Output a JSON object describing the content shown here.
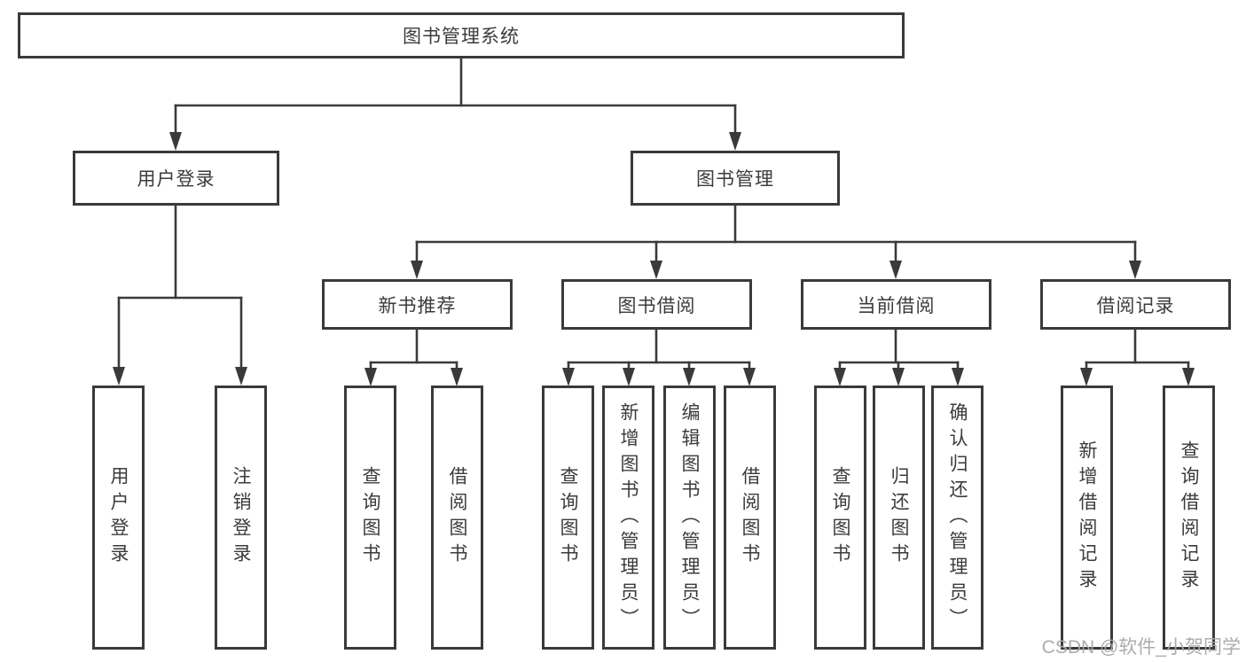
{
  "colors": {
    "line": "#3a3a3a",
    "text": "#3b3b3b",
    "bg": "#ffffff",
    "watermark": "#a8a8a8"
  },
  "watermark": "CSDN @软件_小贺同学",
  "tree": {
    "root": {
      "label": "图书管理系统"
    },
    "branches": [
      {
        "label": "用户登录",
        "leaves": [
          "用户登录",
          "注销登录"
        ]
      },
      {
        "label": "图书管理",
        "groups": [
          {
            "label": "新书推荐",
            "leaves": [
              "查询图书",
              "借阅图书"
            ]
          },
          {
            "label": "图书借阅",
            "leaves": [
              "查询图书",
              "新增图书（管理员）",
              "编辑图书（管理员）",
              "借阅图书"
            ]
          },
          {
            "label": "当前借阅",
            "leaves": [
              "查询图书",
              "归还图书",
              "确认归还（管理员）"
            ]
          },
          {
            "label": "借阅记录",
            "leaves": [
              "新增借阅记录",
              "查询借阅记录"
            ]
          }
        ]
      }
    ]
  }
}
